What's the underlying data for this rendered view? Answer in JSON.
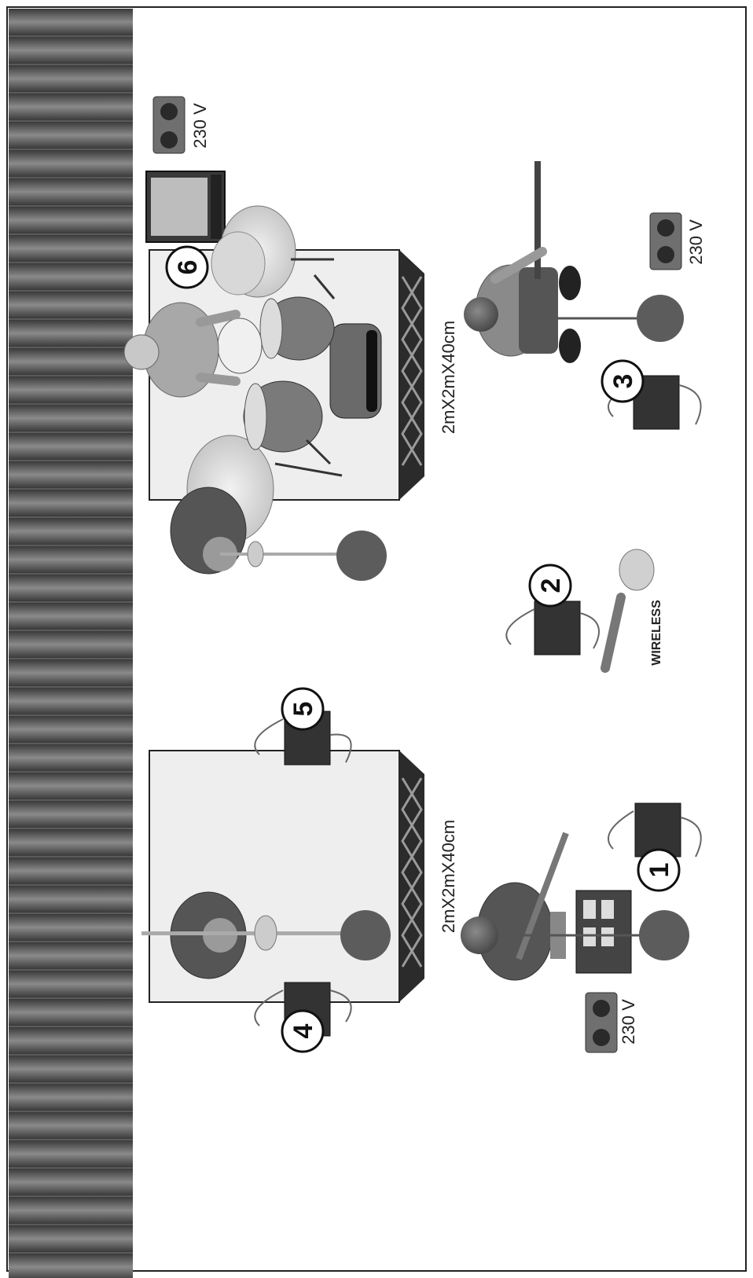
{
  "stage_plot": {
    "riser_left_label": "2mX2mX40cm",
    "riser_right_label": "2mX2mX40cm",
    "power_labels": [
      "230 V",
      "230 V",
      "230 V"
    ],
    "wireless_label": "WIRELESS",
    "positions": [
      "1",
      "2",
      "3",
      "4",
      "5",
      "6"
    ],
    "icons": {
      "curtain": "curtain-icon",
      "riser": "riser-icon",
      "monitor": "monitor-wedge-icon",
      "power": "power-outlet-icon",
      "drumkit": "drum-kit-icon",
      "amp": "amplifier-icon",
      "pedalboard": "pedalboard-icon",
      "mic_stand": "mic-stand-icon",
      "wireless_mic": "wireless-mic-icon",
      "musician": "musician-icon"
    }
  }
}
